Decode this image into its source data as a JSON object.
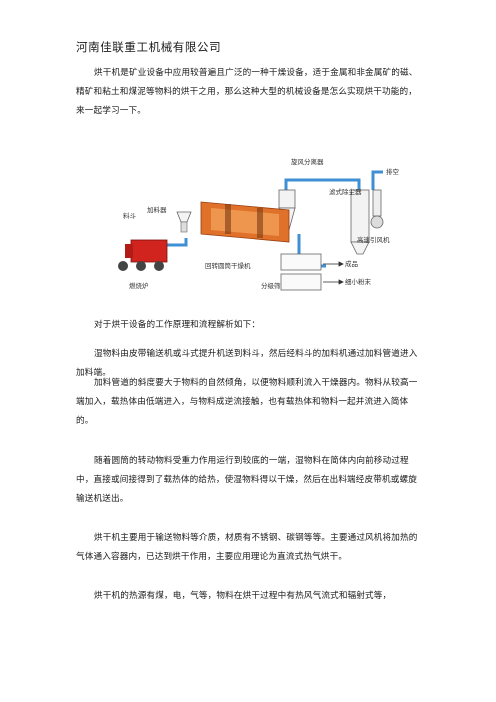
{
  "company": "河南佳联重工机械有限公司",
  "paragraphs": {
    "p1": "烘干机是矿业设备中应用较普遍且广泛的一种干燥设备，适于金属和非金属矿的磁、精矿和粘土和煤泥等物料的烘干之用，那么这种大型的机械设备是怎么实现烘干功能的，来一起学习一下。",
    "p2": "对于烘干设备的工作原理和流程解析如下：",
    "p3": "湿物料由皮带输送机或斗式提升机送到料斗，然后经料斗的加料机通过加料管道进入加料端。",
    "p4": "加料管道的斜度要大于物料的自然倾角，以便物料顺利流入干燥器内。物料从较高一端加入，载热体由低端进入，与物料成逆流接触，也有载热体和物料一起并流进入简体的。",
    "p5": "随着圆筒的转动物料受重力作用运行到较底的一端，湿物料在简体内向前移动过程中，直接或间接得到了载热体的给热，使湿物料得以干燥，然后在出料端经皮带机或螺旋输送机送出。",
    "p6": "烘干机主要用于输送物料等介质，材质有不锈钢、碳钢等等。主要通过风机将加热的气体通入容器内，已达到烘干作用，主要应用理论为直流式热气烘干。",
    "p7": "烘干机的热源有煤，电，气等，物料在烘干过程中有热风气流式和辐射式等，"
  },
  "diagram": {
    "labels": {
      "cyclone": "旋风分离器",
      "bag_filter": "滤式除尘器",
      "exhaust": "排空",
      "fan": "高速引风机",
      "feed": "料斗",
      "feeder": "加料器",
      "dryer": "回转圆筒干燥机",
      "furnace": "燃烧炉",
      "classifier": "分级筛",
      "product": "成品",
      "fines": "细小粉末"
    },
    "colors": {
      "drum": "#e0712b",
      "pipe": "#3f8fd4",
      "furnace": "#d2241f",
      "wheel": "#444444"
    }
  }
}
